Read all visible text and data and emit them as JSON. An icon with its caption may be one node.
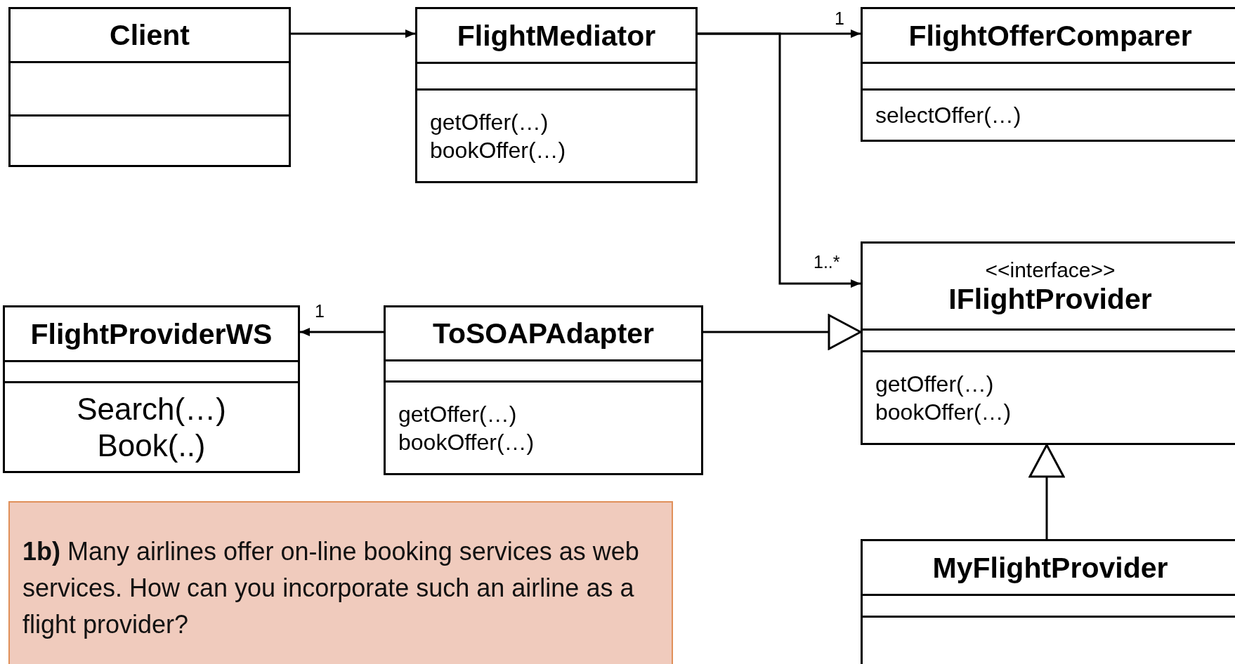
{
  "diagram": {
    "nodes": [
      {
        "text": [
          "Client"
        ]
      },
      {
        "text": [
          "FlightMediator",
          "getOffer(…)",
          "bookOffer(…)"
        ]
      },
      {
        "text": [
          "FlightOfferComparer",
          "selectOffer(…)"
        ]
      },
      {
        "text": [
          "<<interface>>",
          "IFlightProvider",
          "getOffer(…)",
          "bookOffer(…)"
        ]
      },
      {
        "text": [
          "FlightProviderWS",
          "Search(…)",
          "Book(..)"
        ]
      },
      {
        "text": [
          "ToSOAPAdapter",
          "getOffer(…)",
          "bookOffer(…)"
        ]
      },
      {
        "text": [
          "MyFlightProvider"
        ]
      },
      {
        "text": [
          "**1b)** Many airlines offer on-line booking services as web services. How can you incorporate such an airline as a flight provider?"
        ]
      }
    ],
    "edges": [
      {
        "from": 0,
        "to": 1,
        "arrow": "to"
      },
      {
        "from": 1,
        "to": 2,
        "arrow": "to",
        "label": "1"
      },
      {
        "from": 1,
        "to": 3,
        "arrow": "to",
        "label": "1..*"
      },
      {
        "from": 5,
        "to": 4,
        "arrow": "to",
        "label": "1"
      },
      {
        "from": 5,
        "to": 3,
        "arrow": "to"
      },
      {
        "from": 6,
        "to": 3,
        "arrow": "to"
      }
    ]
  }
}
